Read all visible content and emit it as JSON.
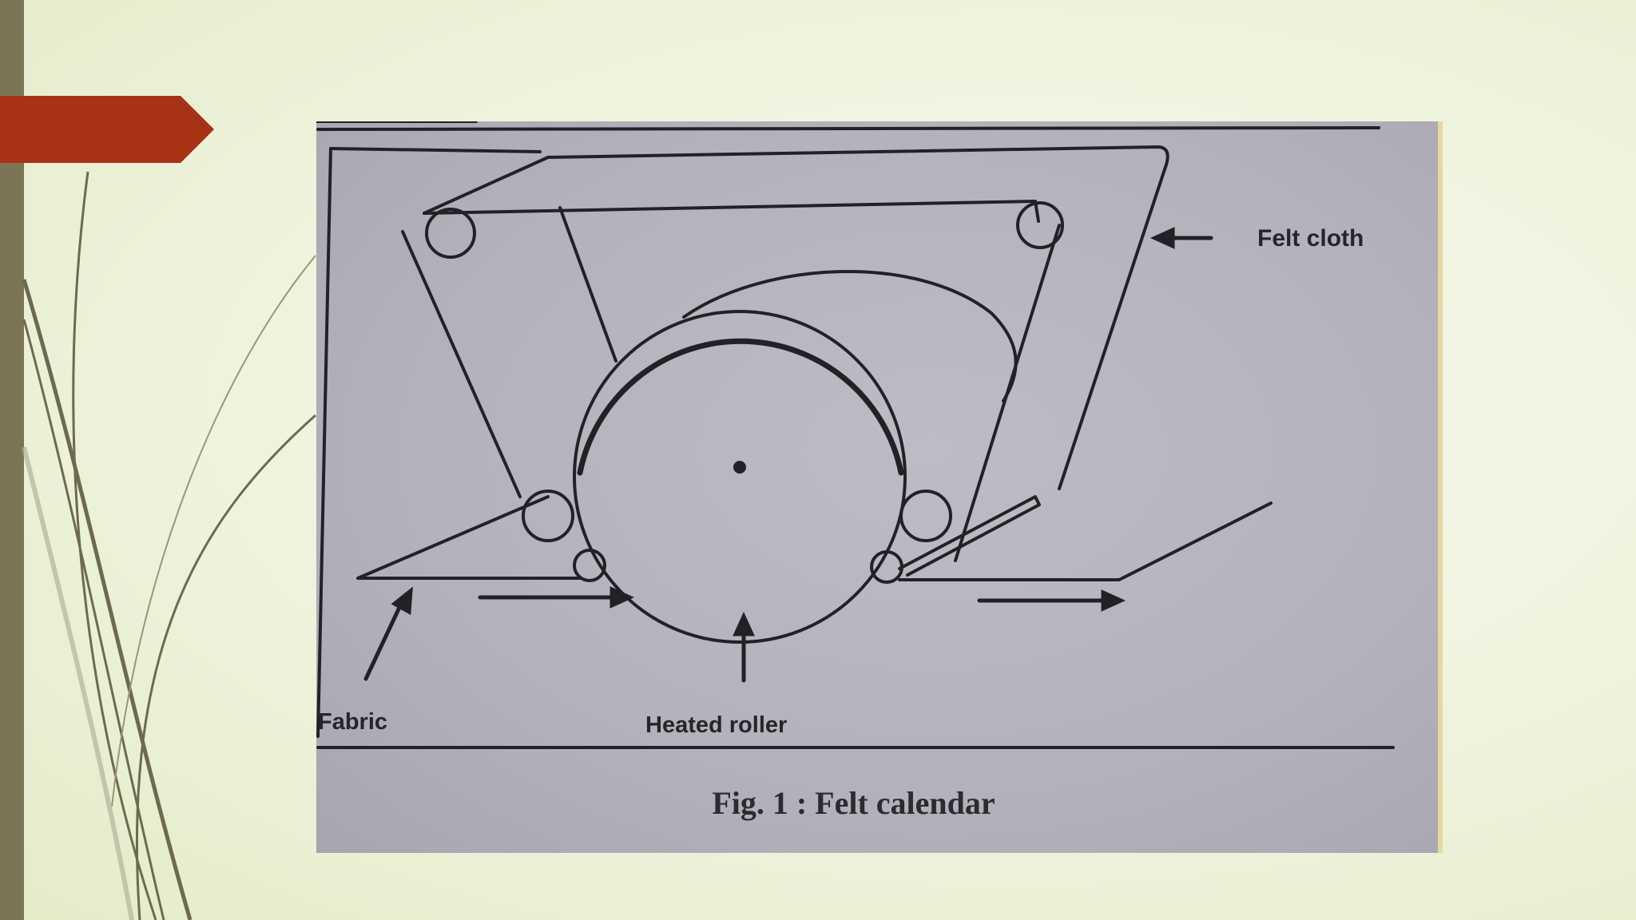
{
  "slide": {
    "colors": {
      "side_bar": "#7b7556",
      "accent_tab": "#a83216",
      "background": "#eef3dd",
      "swoosh": "#6e6a4f"
    }
  },
  "figure": {
    "labels": {
      "felt_cloth": "Felt cloth",
      "fabric": "Fabric",
      "heated_roller": "Heated roller"
    },
    "caption": "Fig. 1 : Felt calendar"
  }
}
